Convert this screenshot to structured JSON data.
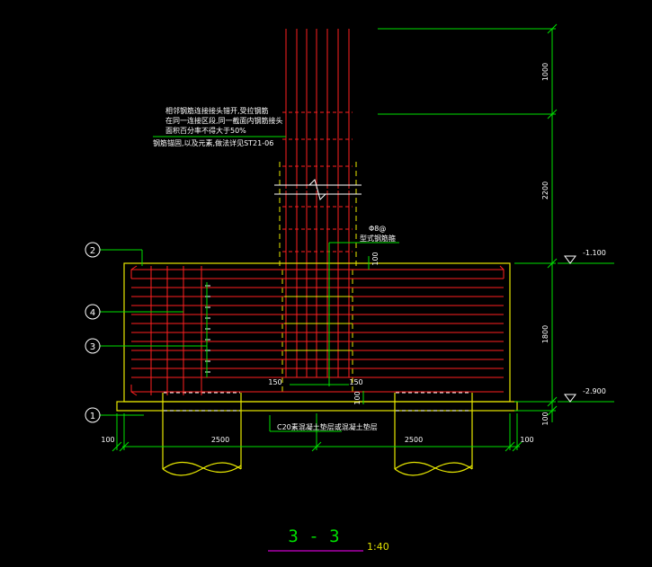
{
  "title": "3 - 3",
  "scale": "1:40",
  "notes": {
    "line1": "相邻钢筋连接接头错开,受拉钢筋",
    "line2": "在同一连接区段,同一截面内钢筋接头",
    "line3": "面积百分率不得大于50%",
    "line4": "钢筋锚固,以及元素,做法详见ST21-06"
  },
  "callout_top": {
    "line1": "Φ8@",
    "line2": "型式钢筋箍"
  },
  "callouts": [
    "2",
    "4",
    "3",
    "1"
  ],
  "concrete_note": "C20素混凝土垫层或混凝土垫层",
  "dims_right": [
    "1000",
    "2200",
    "1800",
    "100"
  ],
  "levels": [
    "-1.100",
    "-2.900"
  ],
  "dims_bottom": {
    "left_edge": "100",
    "left_span": "2500",
    "right_span": "2500",
    "right_edge": "100"
  },
  "inner_dims": {
    "v100_top": "100",
    "h150_left": "150",
    "h150_right": "150",
    "v100_bottom": "100"
  },
  "colors": {
    "background": "#000000",
    "outline": "#e8e800",
    "rebar": "#ff2020",
    "dimension": "#00e000",
    "text": "#ffffff",
    "title_underline": "#ff00ff"
  }
}
